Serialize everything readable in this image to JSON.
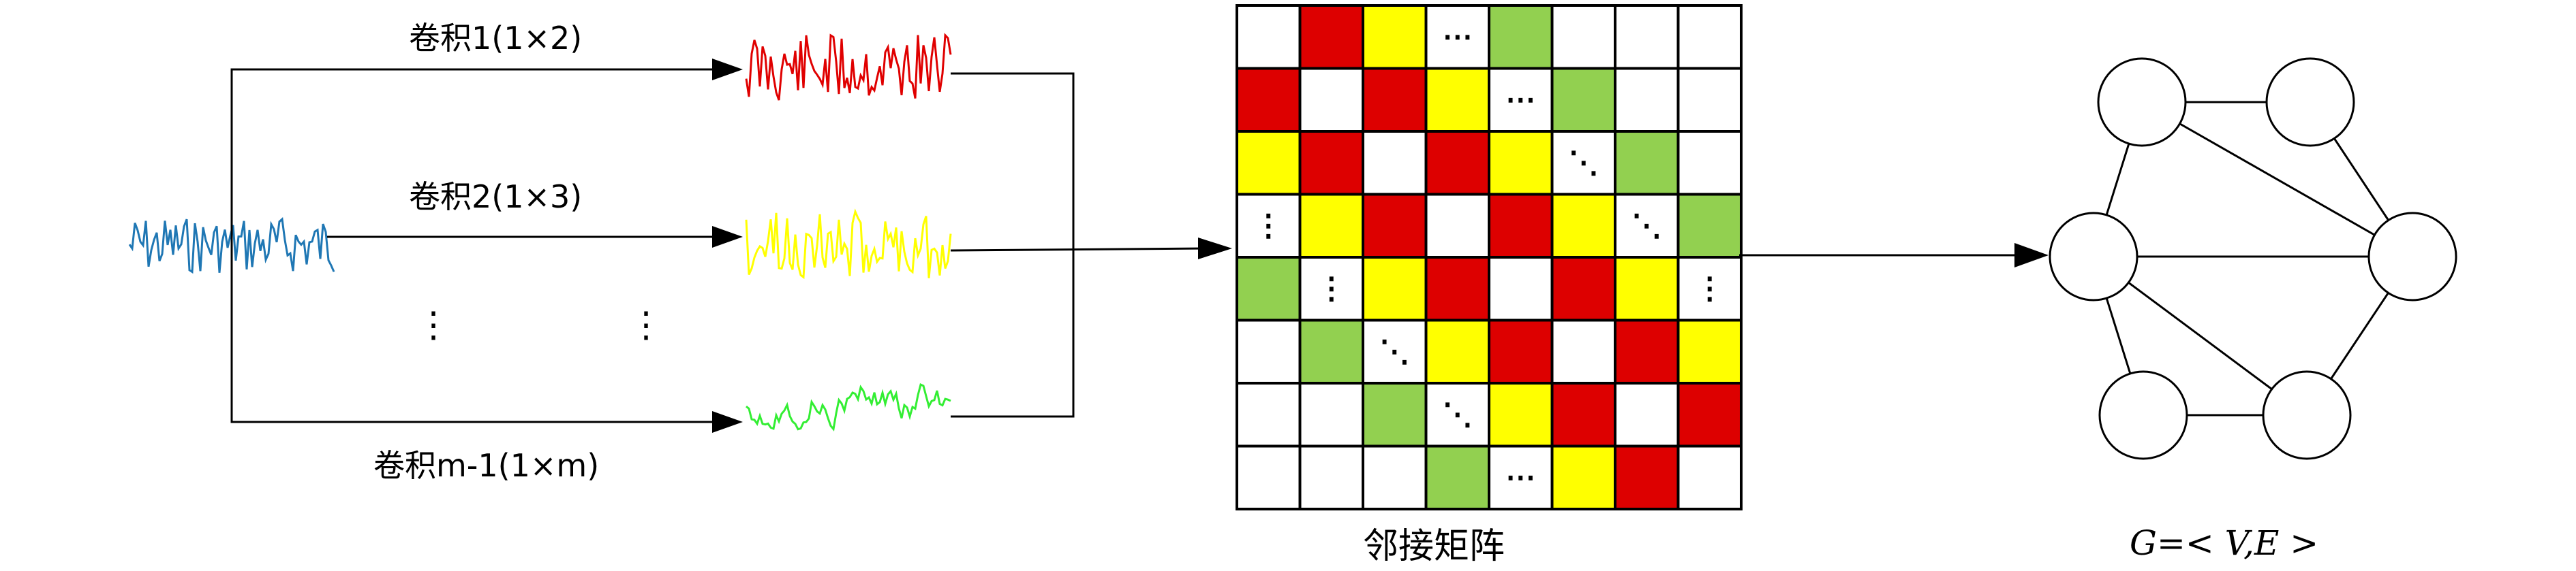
{
  "labels": {
    "conv1": "卷积1(1×2)",
    "conv2": "卷积2(1×3)",
    "convm": "卷积m-1(1×m)",
    "matrix": "邻接矩阵",
    "graph": "G=< V,E >",
    "vdots": "⋮"
  },
  "colors": {
    "input_signal": "#1f77b4",
    "red": "#e00000",
    "yellow": "#ffff00",
    "green": "#33ee33",
    "cell_red": "#dd0000",
    "cell_yellow": "#ffff00",
    "cell_green": "#92d050",
    "cell_white": "#ffffff"
  },
  "matrix": {
    "rows": [
      [
        "w",
        "r",
        "y",
        "hd",
        "g",
        "w",
        "w",
        "w"
      ],
      [
        "r",
        "w",
        "r",
        "y",
        "hd",
        "g",
        "w",
        "w"
      ],
      [
        "y",
        "r",
        "w",
        "r",
        "y",
        "dd",
        "g",
        "w"
      ],
      [
        "vd",
        "y",
        "r",
        "w",
        "r",
        "y",
        "dd",
        "g"
      ],
      [
        "g",
        "vd",
        "y",
        "r",
        "w",
        "r",
        "y",
        "vd"
      ],
      [
        "w",
        "g",
        "dd",
        "y",
        "r",
        "w",
        "r",
        "y"
      ],
      [
        "w",
        "w",
        "g",
        "dd",
        "y",
        "r",
        "w",
        "r"
      ],
      [
        "w",
        "w",
        "w",
        "g",
        "hd",
        "y",
        "r",
        "w"
      ]
    ],
    "symbols": {
      "hd": "⋯",
      "vd": "⋮",
      "dd": "⋱"
    }
  },
  "graph": {
    "nodes": [
      "n1",
      "n2",
      "n3",
      "n4",
      "n5",
      "n6"
    ],
    "edges": [
      [
        "n1",
        "n2"
      ],
      [
        "n1",
        "n3"
      ],
      [
        "n2",
        "n4"
      ],
      [
        "n3",
        "n4"
      ],
      [
        "n3",
        "n5"
      ],
      [
        "n3",
        "n6"
      ],
      [
        "n4",
        "n6"
      ],
      [
        "n5",
        "n6"
      ],
      [
        "n1",
        "n4"
      ]
    ]
  }
}
